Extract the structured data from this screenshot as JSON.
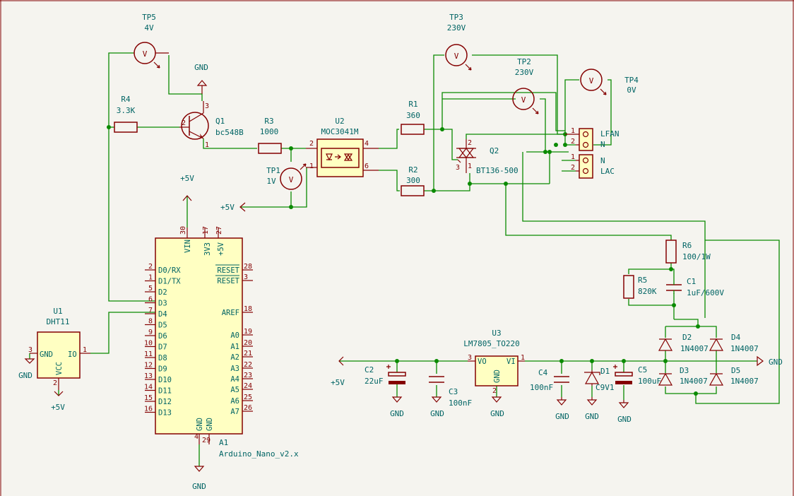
{
  "colors": {
    "wire": "#0a8a00",
    "body": "#840000",
    "fill": "#ffffc2",
    "text": "#006464",
    "background": "#f5f4ef"
  },
  "refs": {
    "tp5": "TP5",
    "tp3": "TP3",
    "tp2": "TP2",
    "tp4": "TP4",
    "tp1": "TP1",
    "r4": "R4",
    "r3": "R3",
    "r1": "R1",
    "r2": "R2",
    "r5": "R5",
    "r6": "R6",
    "q1": "Q1",
    "q2": "Q2",
    "u1": "U1",
    "u2": "U2",
    "u3": "U3",
    "a1": "A1",
    "c1": "C1",
    "c2": "C2",
    "c3": "C3",
    "c4": "C4",
    "c5": "C5",
    "d1": "D1",
    "d2": "D2",
    "d3": "D3",
    "d4": "D4",
    "d5": "D5"
  },
  "values": {
    "tp5": "4V",
    "tp3": "230V",
    "tp2": "230V",
    "tp4": "0V",
    "tp1": "1V",
    "r4": "3.3K",
    "r3": "1000",
    "r1": "360",
    "r2": "300",
    "r5": "820K",
    "r6": "100/1W",
    "q1": "bc548B",
    "q2": "BT136-500",
    "u1": "DHT11",
    "u2": "MOC3041M",
    "u3": "LM7805_TO220",
    "a1": "Arduino_Nano_v2.x",
    "c1": "1uF/600V",
    "c2": "22uF",
    "c3": "100nF",
    "c4": "100nF",
    "c5": "100uF",
    "d1": "C9V1",
    "d2": "1N4007",
    "d3": "1N4007",
    "d4": "1N4007",
    "d5": "1N4007"
  },
  "power": {
    "gnd": "GND",
    "p5v": "+5V"
  },
  "meter": "V",
  "connectors": {
    "fan": [
      "LFAN",
      "N"
    ],
    "ac": [
      "N",
      "LAC"
    ]
  },
  "arduino": {
    "left_pins": [
      [
        "2",
        "D0/RX"
      ],
      [
        "1",
        "D1/TX"
      ],
      [
        "5",
        "D2"
      ],
      [
        "6",
        "D3"
      ],
      [
        "7",
        "D4"
      ],
      [
        "8",
        "D5"
      ],
      [
        "9",
        "D6"
      ],
      [
        "10",
        "D7"
      ],
      [
        "11",
        "D8"
      ],
      [
        "12",
        "D9"
      ],
      [
        "13",
        "D10"
      ],
      [
        "14",
        "D11"
      ],
      [
        "15",
        "D12"
      ],
      [
        "16",
        "D13"
      ]
    ],
    "right_pins": [
      [
        "28",
        "RESET"
      ],
      [
        "3",
        "RESET"
      ],
      [
        "18",
        "AREF"
      ],
      [
        "19",
        "A0"
      ],
      [
        "20",
        "A1"
      ],
      [
        "21",
        "A2"
      ],
      [
        "22",
        "A3"
      ],
      [
        "23",
        "A4"
      ],
      [
        "24",
        "A5"
      ],
      [
        "25",
        "A6"
      ],
      [
        "26",
        "A7"
      ]
    ],
    "top_pins": [
      [
        "30",
        "VIN"
      ],
      [
        "17",
        "3V3"
      ],
      [
        "27",
        "+5V"
      ]
    ],
    "bottom_pins": [
      [
        "4",
        "GND"
      ],
      [
        "29",
        "GND"
      ]
    ]
  },
  "dht": {
    "pins": [
      [
        "3",
        "GND"
      ],
      [
        "2",
        "VCC"
      ],
      [
        "1",
        "IO"
      ]
    ]
  },
  "reg": {
    "pins": [
      [
        "3",
        "VO"
      ],
      [
        "1",
        "VI"
      ],
      [
        "2",
        "GND"
      ]
    ]
  },
  "opto_pins": [
    "2",
    "1",
    "4",
    "6"
  ],
  "q1_pins": [
    "3",
    "2",
    "1"
  ],
  "q2_pins": [
    "2",
    "1",
    "3"
  ],
  "conn_pins": [
    "1",
    "2",
    "1",
    "2"
  ]
}
